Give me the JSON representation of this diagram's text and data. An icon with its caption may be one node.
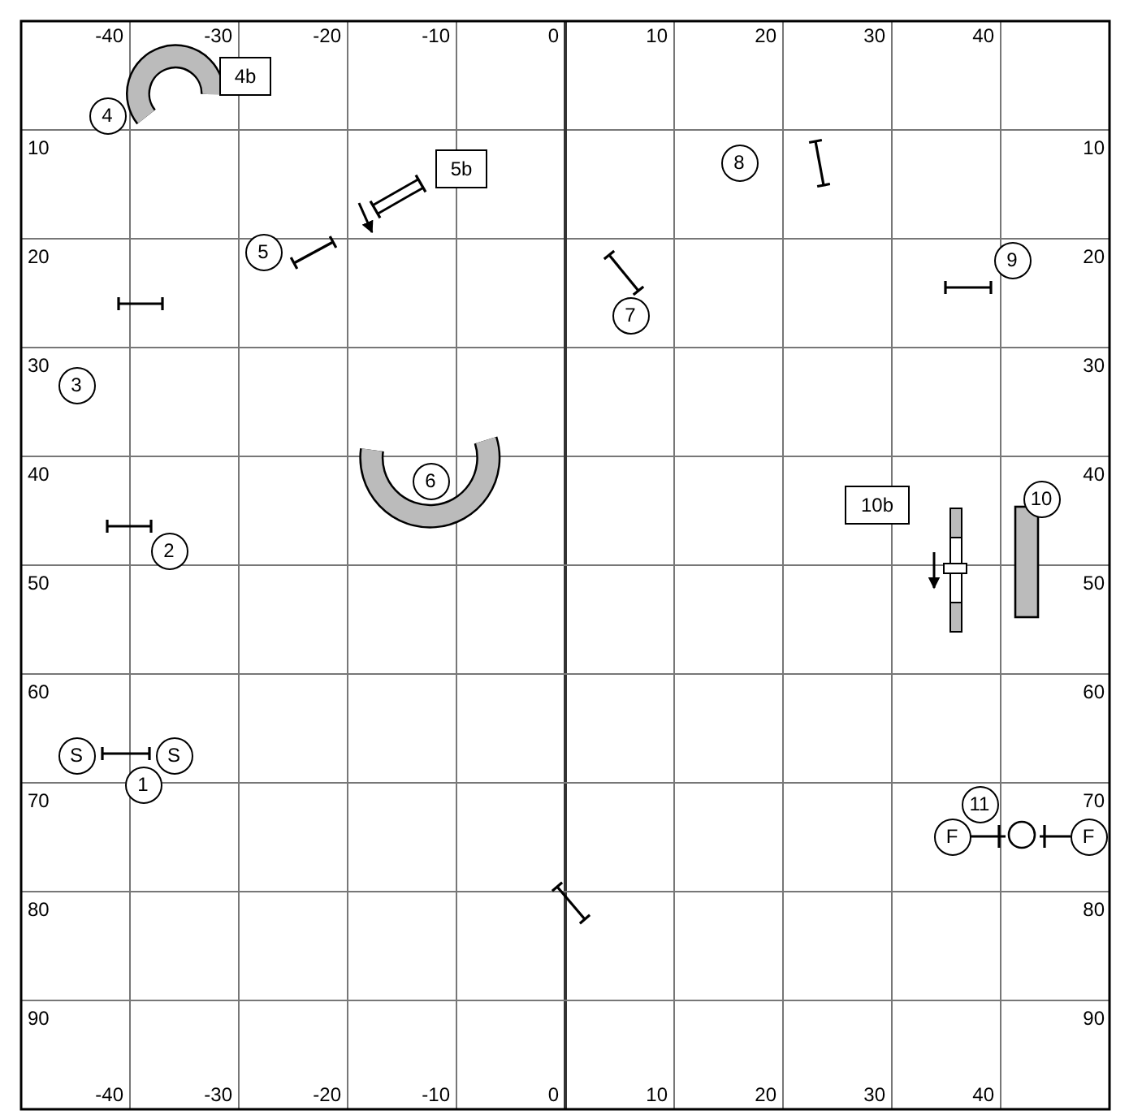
{
  "diagram": {
    "nodes": [
      {
        "text": [
          "4b"
        ]
      },
      {
        "text": [
          "4"
        ]
      },
      {
        "text": [
          "8"
        ]
      },
      {
        "text": [
          "5b"
        ]
      },
      {
        "text": [
          "5"
        ]
      },
      {
        "text": [
          "9"
        ]
      },
      {
        "text": [
          "7"
        ]
      },
      {
        "text": [
          "3"
        ]
      },
      {
        "text": [
          "6"
        ]
      },
      {
        "text": [
          "10"
        ]
      },
      {
        "text": [
          "10b"
        ]
      },
      {
        "text": [
          "2"
        ]
      },
      {
        "text": [
          "S"
        ]
      },
      {
        "text": [
          "S"
        ]
      },
      {
        "text": [
          "1"
        ]
      },
      {
        "text": [
          "11"
        ]
      },
      {
        "text": [
          "F"
        ]
      },
      {
        "text": [
          "F"
        ]
      }
    ],
    "labels": [
      "-40",
      "-30",
      "-20",
      "-10",
      "0",
      "10",
      "20",
      "30",
      "40",
      "10",
      "10",
      "20",
      "20",
      "30",
      "30",
      "40",
      "40",
      "50",
      "50",
      "60",
      "60",
      "70",
      "70",
      "80",
      "80",
      "90",
      "90",
      "-40",
      "-30",
      "-20",
      "-10",
      "0",
      "10",
      "20",
      "30",
      "40"
    ]
  }
}
